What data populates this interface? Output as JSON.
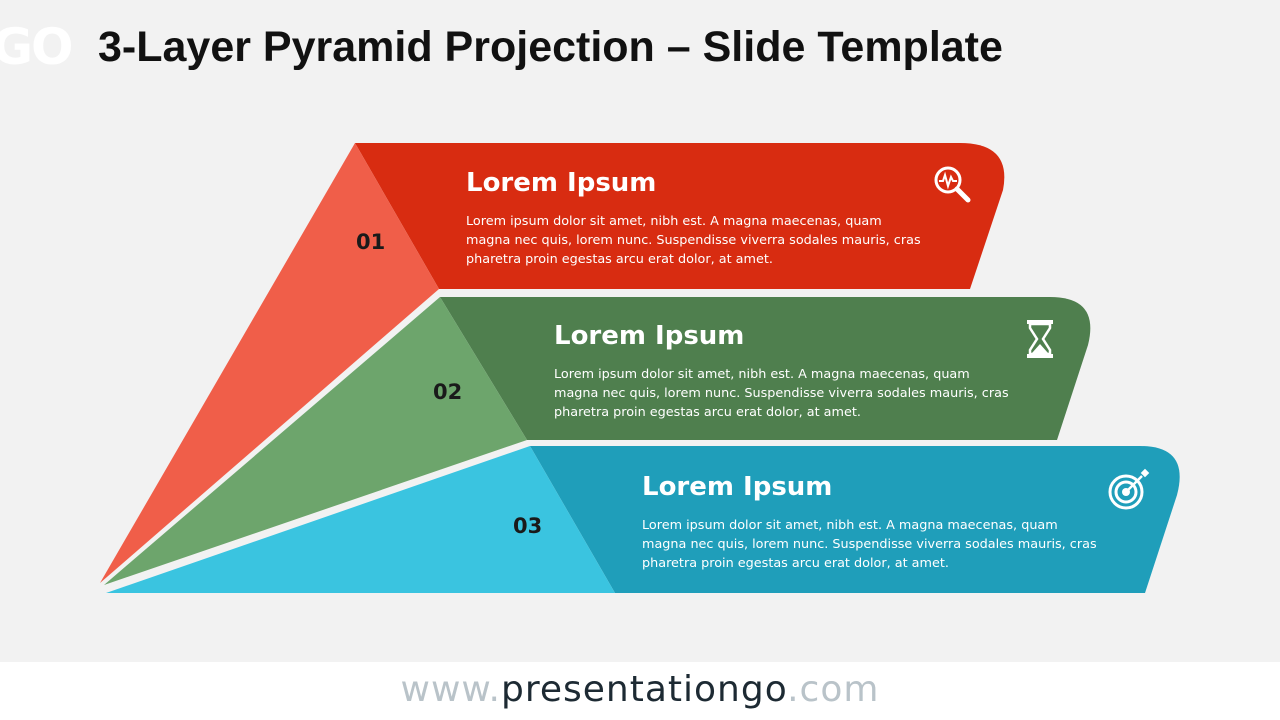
{
  "logo": {
    "text": "GO"
  },
  "title": "3-Layer Pyramid Projection – Slide Template",
  "layers": [
    {
      "number": "01",
      "heading": "Lorem Ipsum",
      "text": "Lorem ipsum dolor sit amet, nibh est. A magna maecenas, quam magna nec quis, lorem nunc. Suspendisse viverra sodales mauris, cras pharetra proin egestas arcu erat dolor, at amet.",
      "icon": "magnifier-pulse-icon",
      "face_color": "#f05e49",
      "band_color": "#d82c11"
    },
    {
      "number": "02",
      "heading": "Lorem Ipsum",
      "text": "Lorem ipsum dolor sit amet, nibh est. A magna maecenas, quam magna nec quis, lorem nunc. Suspendisse viverra sodales mauris, cras pharetra proin egestas arcu erat dolor, at amet.",
      "icon": "hourglass-icon",
      "face_color": "#6da56c",
      "band_color": "#4f7f4e"
    },
    {
      "number": "03",
      "heading": "Lorem Ipsum",
      "text": "Lorem ipsum dolor sit amet, nibh est. A magna maecenas, quam magna nec quis, lorem nunc. Suspendisse viverra sodales mauris, cras pharetra proin egestas arcu erat dolor, at amet.",
      "icon": "target-arrow-icon",
      "face_color": "#3ac4e0",
      "band_color": "#1f9eba"
    }
  ],
  "footer": {
    "prefix": "www.",
    "brand": "presentationgo",
    "suffix": ".com"
  }
}
